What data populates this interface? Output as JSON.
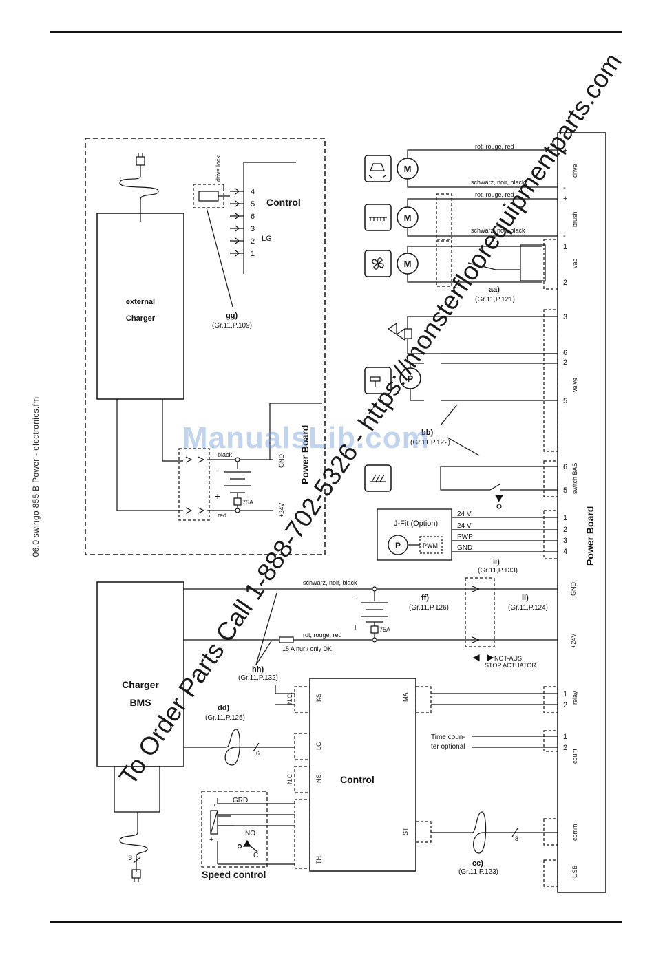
{
  "document": {
    "side_label": "06.0 swingo 855 B Power - electronics.fm"
  },
  "watermarks": {
    "manualslib": "ManualsLib.com",
    "order": "To Order Parts Call 1-888-702-5326 - https://monsterfloorequipmentparts.com"
  },
  "diagram": {
    "external_charger": "external\nCharger",
    "control_top": "Control",
    "drive_lock": "drive lock",
    "lg": "LG",
    "control_pins": [
      "4",
      "5",
      "6",
      "3",
      "2",
      "1"
    ],
    "gg_ref": "gg)",
    "gg_page": "(Gr.11,P.109)",
    "black": "black",
    "red": "red",
    "gnd": "GND",
    "plus24": "+24V",
    "fuse75": "75A",
    "power_board": "Power Board",
    "wire_red": "rot, rouge, red",
    "wire_black": "schwarz, noir, black",
    "drive": "drive",
    "brush": "brush",
    "vac": "vac",
    "valve": "valve",
    "switch_bas": "switch BAS",
    "aa_ref": "aa)",
    "aa_page": "(Gr.11,P.121)",
    "bb_ref": "bb)",
    "bb_page": "(Gr.11,P.122)",
    "jfit": "J-Fit  (Option)",
    "pwm": "PWM",
    "jfit_lines": [
      "24 V",
      "24 V",
      "PWP",
      "GND"
    ],
    "ii_ref": "ii)",
    "ii_page": "(Gr.11,P.133)",
    "ff_ref": "ff)",
    "ff_page": "(Gr.11,P.126)",
    "ll_ref": "ll)",
    "ll_page": "(Gr.11,P.124)",
    "not_aus": "NOT-AUS",
    "stop_actuator": "STOP ACTUATOR",
    "fuse15": "15 A  nur / only DK",
    "hh_ref": "hh)",
    "hh_page": "(Gr.11,P.132)",
    "charger_bms": "Charger\nBMS",
    "dd_ref": "dd)",
    "dd_page": "(Gr.11,P.125)",
    "control_bottom": "Control",
    "nc": "N.C.",
    "ks": "KS",
    "ma": "MA",
    "ns": "NS",
    "st": "ST",
    "th": "TH",
    "relay": "relay",
    "count": "count",
    "comm": "comm",
    "usb": "USB",
    "time_counter": "Time coun-\nter optional",
    "grd": "GRD",
    "no": "NO",
    "c": "C",
    "speed_control": "Speed control",
    "cc_ref": "cc)",
    "cc_page": "(Gr.11,P.123)",
    "n6": "6",
    "n8": "8",
    "n3": "3",
    "p1": "1",
    "p2": "2",
    "p3": "3",
    "p4": "4",
    "p5": "5",
    "p6": "6",
    "plus": "+",
    "minus": "-",
    "m": "M",
    "p": "P"
  }
}
